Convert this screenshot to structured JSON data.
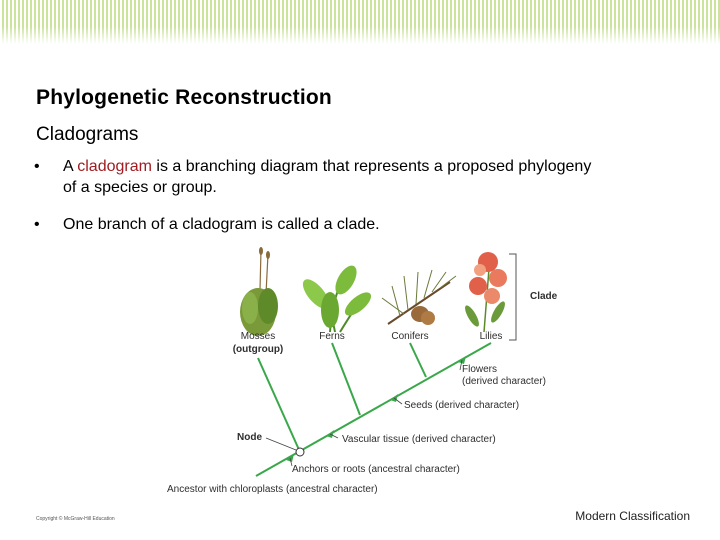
{
  "slide": {
    "title": "Phylogenetic Reconstruction",
    "subtitle": "Cladograms",
    "bullets": [
      {
        "mark": "•",
        "pre": "A ",
        "term": "cladogram",
        "post": " is a branching diagram that represents a proposed phylogeny of a species or group."
      },
      {
        "mark": "•",
        "text": "One branch of a cladogram is called a clade."
      }
    ],
    "footer": "Modern Classification",
    "copyright": "Copyright © McGraw-Hill Education"
  },
  "cladogram": {
    "taxa": [
      "Mosses",
      "Ferns",
      "Conifers",
      "Lilies"
    ],
    "outgroup_note": "(outgroup)",
    "clade_label": "Clade",
    "node_label": "Node",
    "characters": {
      "flowers_line1": "Flowers",
      "flowers_line2": "(derived character)",
      "seeds": "Seeds (derived character)",
      "vascular": "Vascular tissue (derived character)",
      "anchors": "Anchors or roots (ancestral character)",
      "ancestor": "Ancestor with chloroplasts (ancestral character)"
    },
    "colors": {
      "branch": "#3aa84a",
      "marker": "#3aa84a",
      "flower": "#e0604a",
      "fern": "#7dbb3c",
      "moss": "#7a9a3a",
      "conifer": "#6a7a3a"
    }
  }
}
